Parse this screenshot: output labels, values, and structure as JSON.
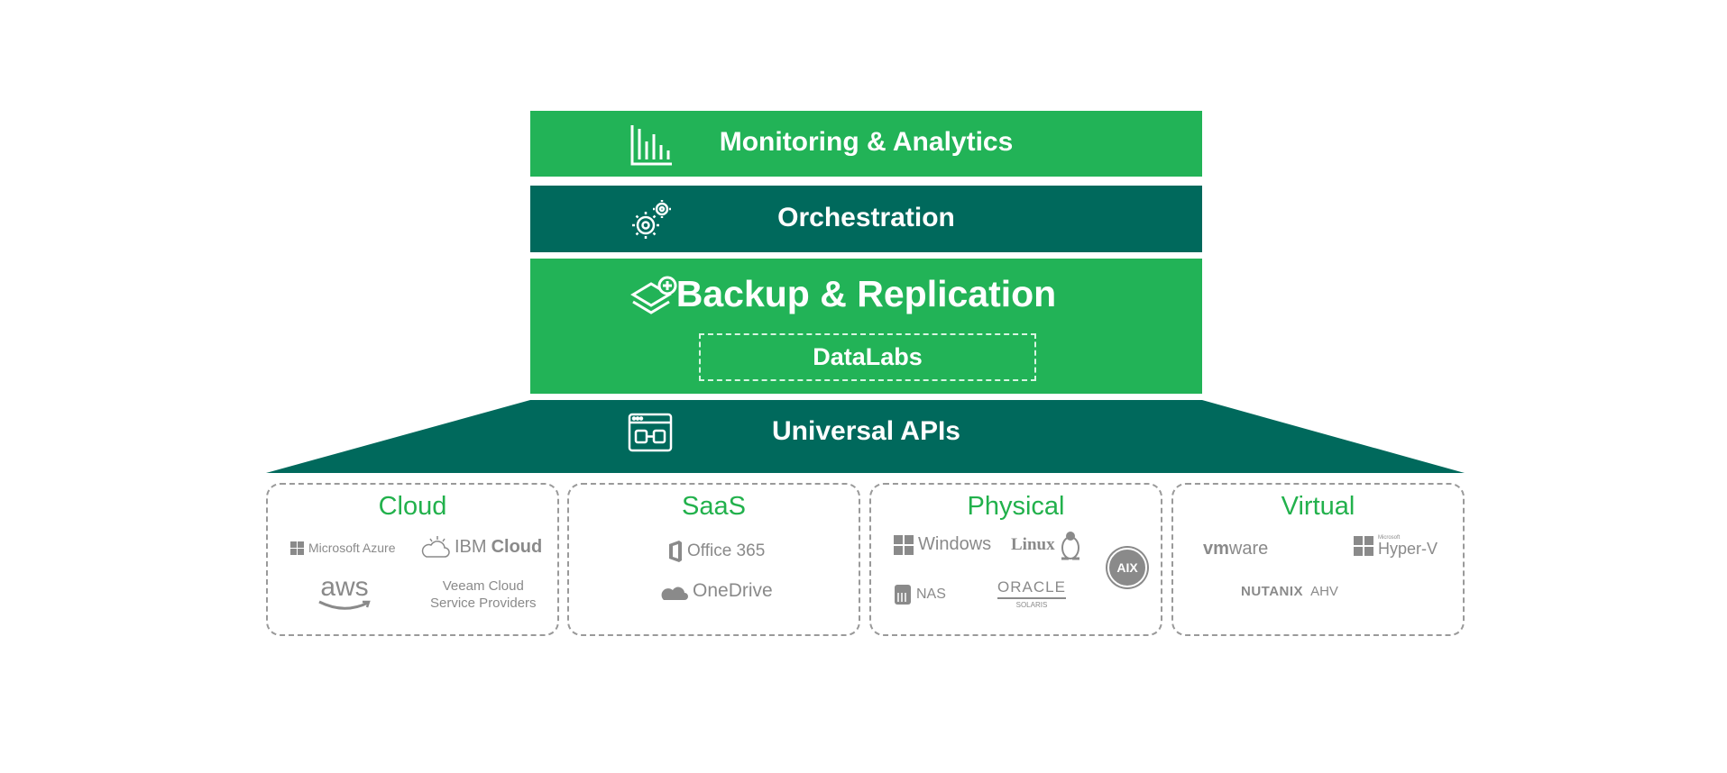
{
  "layers": {
    "monitoring": {
      "label": "Monitoring & Analytics",
      "icon": "bar-chart-icon"
    },
    "orchestration": {
      "label": "Orchestration",
      "icon": "gears-icon"
    },
    "backup": {
      "label": "Backup & Replication",
      "icon": "layers-plus-icon",
      "sub": "DataLabs"
    },
    "apis": {
      "label": "Universal APIs",
      "icon": "api-window-icon"
    }
  },
  "platforms": {
    "cloud": {
      "title": "Cloud",
      "microsoft": "Microsoft Azure",
      "ibm_a": "IBM",
      "ibm_b": "Cloud",
      "aws": "aws",
      "veeam_1": "Veeam Cloud",
      "veeam_2": "Service Providers"
    },
    "saas": {
      "title": "SaaS",
      "office": "Office 365",
      "onedrive": "OneDrive"
    },
    "physical": {
      "title": "Physical",
      "windows": "Windows",
      "linux": "Linux",
      "aix": "AIX",
      "nas": "NAS",
      "oracle": "ORACLE",
      "solaris": "SOLARIS"
    },
    "virtual": {
      "title": "Virtual",
      "vmware_a": "vm",
      "vmware_b": "ware",
      "hyperv_small": "Microsoft",
      "hyperv": "Hyper-V",
      "nutanix": "NUTANIX",
      "ahv": "AHV"
    }
  },
  "colors": {
    "green": "#22b357",
    "teal": "#00695c",
    "title_green": "#22b14c",
    "logo_gray": "#8a8a8a"
  }
}
